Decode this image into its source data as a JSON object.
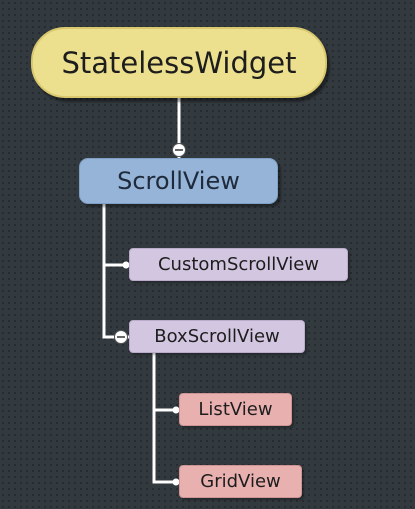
{
  "nodes": {
    "root": "StatelessWidget",
    "scroll_view": "ScrollView",
    "custom_scroll_view": "CustomScrollView",
    "box_scroll_view": "BoxScrollView",
    "list_view": "ListView",
    "grid_view": "GridView"
  },
  "colors": {
    "background": "#333a3f",
    "root_fill": "#ece08f",
    "level1_fill": "#95b4d8",
    "level2_fill": "#d3c6e0",
    "level3_fill": "#e9b0b0",
    "connector": "#ffffff"
  }
}
